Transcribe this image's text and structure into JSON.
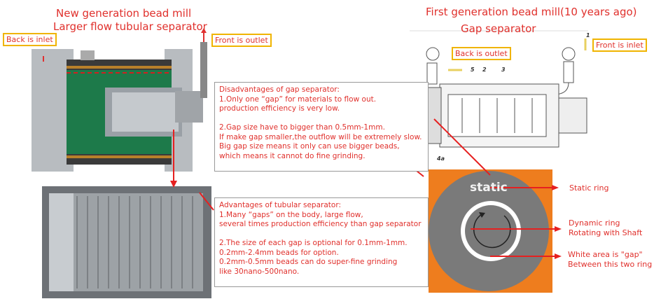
{
  "left": {
    "title_line1": "New generation bead mill",
    "title_line2": "Larger flow tubular separator",
    "inlet_label": "Back is inlet",
    "outlet_label": "Front is outlet"
  },
  "right": {
    "title_line1": "First generation bead mill(10 years ago)",
    "title_line2": "Gap separator",
    "outlet_label": "Back is outlet",
    "inlet_label": "Front is inlet",
    "part_numbers": [
      "1",
      "5",
      "2",
      "3",
      "4a"
    ]
  },
  "disadvantages": {
    "text": "Disadvantages of gap separator:\n1.Only one “gap” for materials to flow out.\nproduction efficiency is very low.\n\n2.Gap size have to bigger than 0.5mm-1mm.\nIf make gap smaller,the outflow will be extremely slow.\nBig gap size means it only can use bigger beads,\nwhich means it cannot do fine grinding."
  },
  "advantages": {
    "text": "Advantages of tubular separator:\n1.Many “gaps” on the body, large flow,\nseveral times production efficiency than gap separator\n\n2.The size of each gap is optional for 0.1mm-1mm.\n0.2mm-2.4mm beads for option.\n0.2mm-0.5mm beads can do super-fine grinding\nlike 30nano-500nano."
  },
  "ring_diagram": {
    "static_text": "static",
    "static_label": "Static ring",
    "dynamic_label_1": "Dynamic ring",
    "dynamic_label_2": "Rotating with Shaft",
    "gap_label_1": "White area is \"gap\"",
    "gap_label_2": "Between this two ring",
    "colors": {
      "background": "#ee7d1e",
      "ring": "#7a7a7a",
      "gap": "#ffffff",
      "arrow": "#e62020"
    }
  }
}
